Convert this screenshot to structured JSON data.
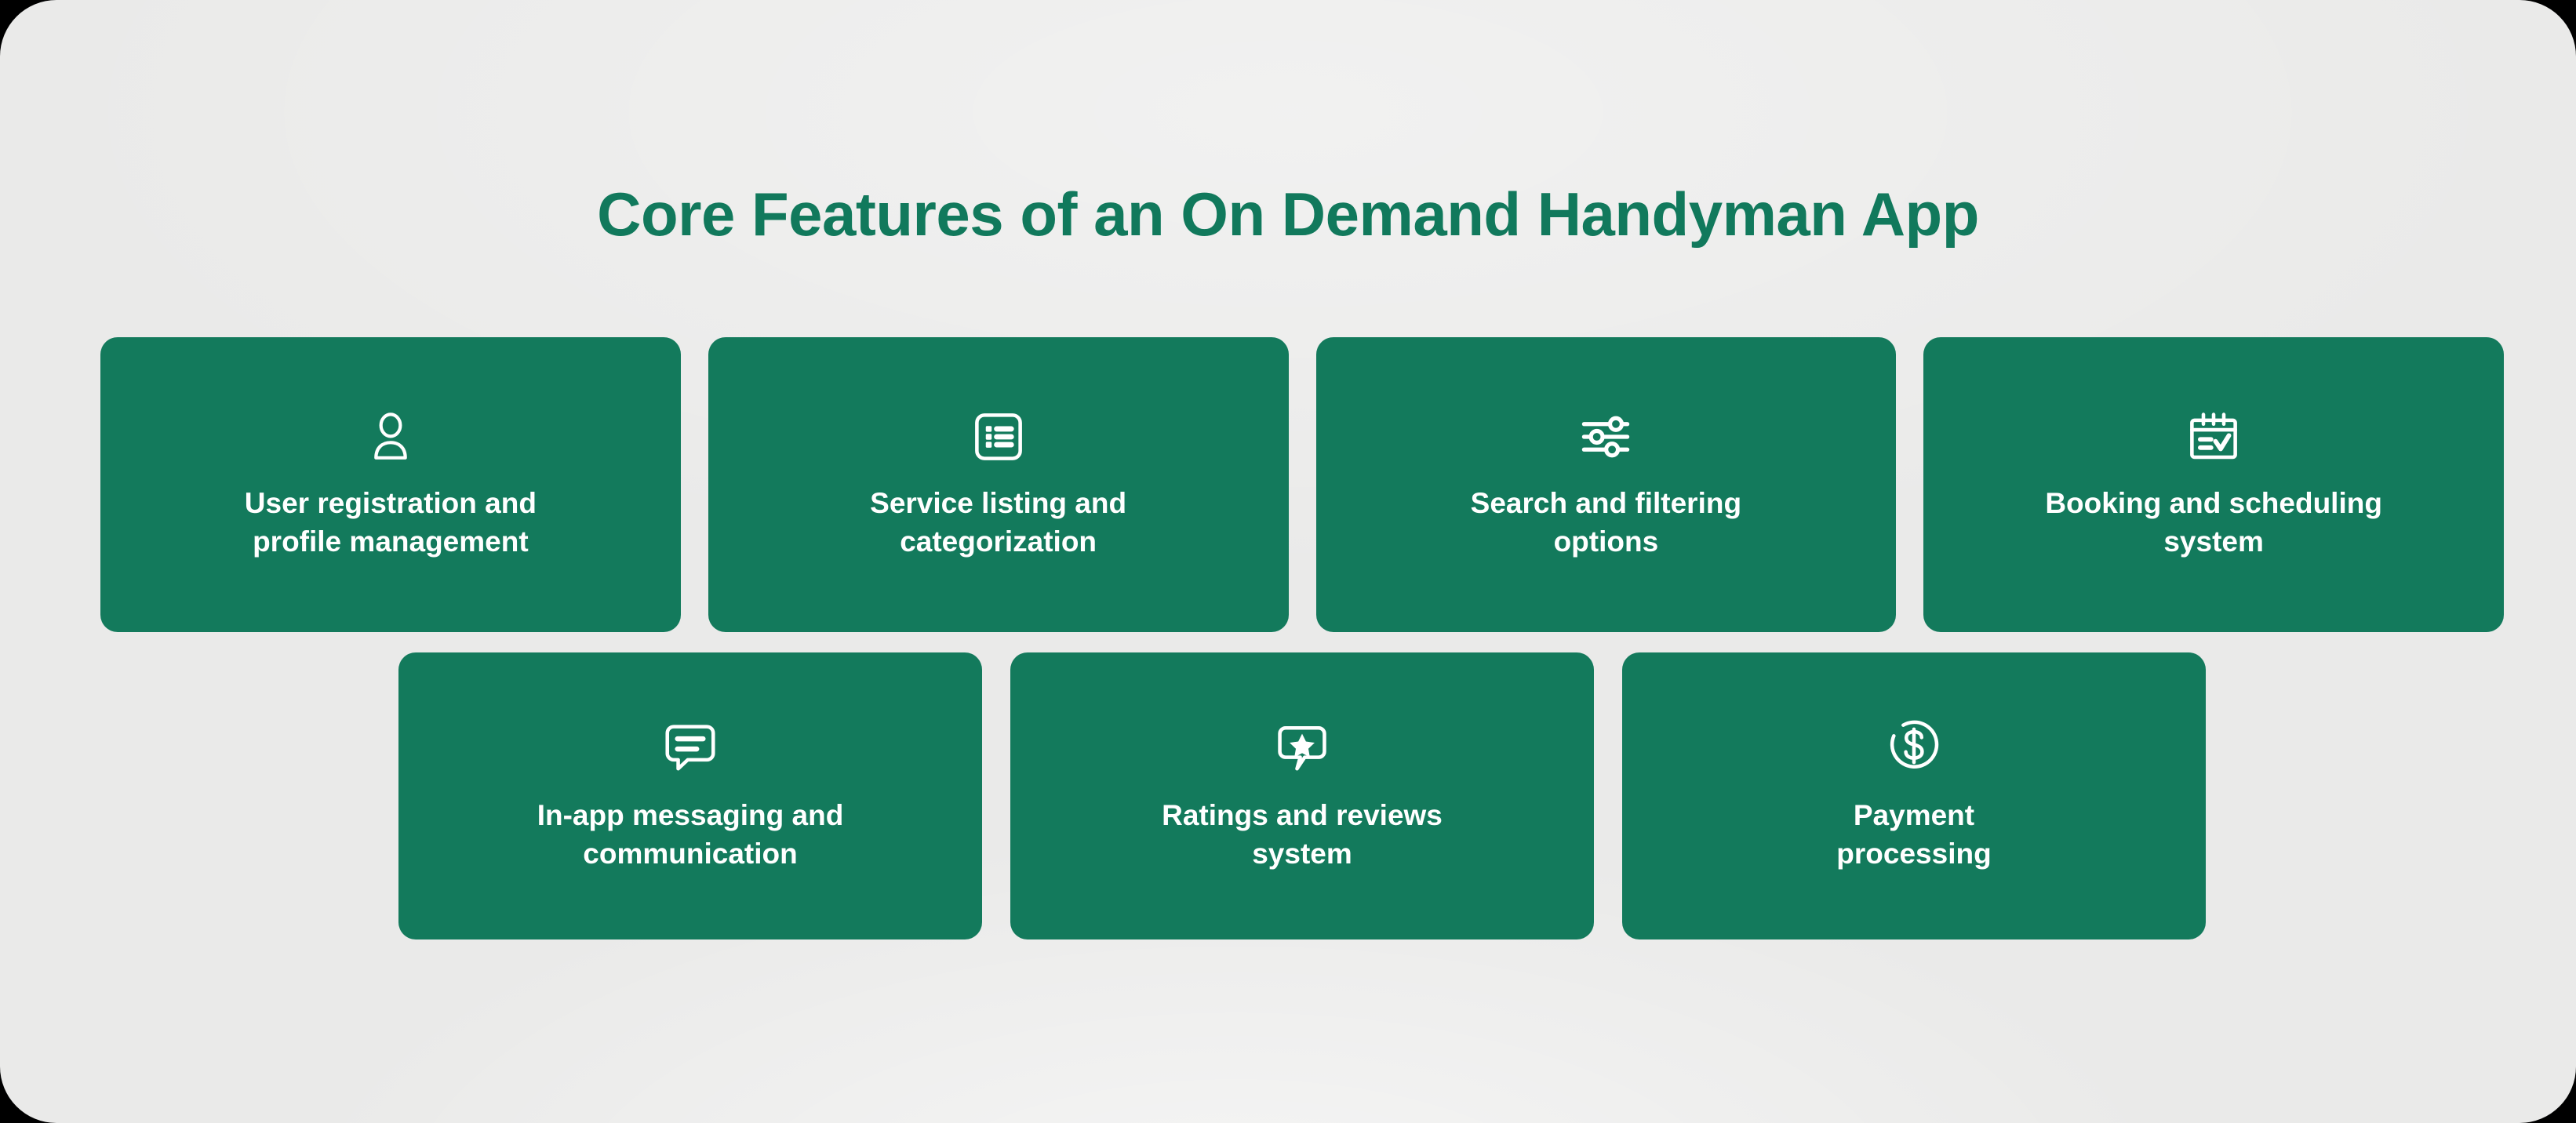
{
  "page": {
    "background_color": "#000000",
    "canvas_color": "#EAEAE9",
    "accent_color": "#137A5C",
    "title_color": "#11795C"
  },
  "title": "Core Features of an On Demand Handyman App",
  "rows": {
    "top": [
      {
        "icon": "user-icon",
        "label": "User registration and\nprofile management"
      },
      {
        "icon": "list-icon",
        "label": "Service listing and\ncategorization"
      },
      {
        "icon": "sliders-filter-icon",
        "label": "Search and filtering\noptions"
      },
      {
        "icon": "calendar-check-icon",
        "label": "Booking and scheduling\nsystem"
      }
    ],
    "bottom": [
      {
        "icon": "chat-bubble-icon",
        "label": "In-app messaging and\ncommunication"
      },
      {
        "icon": "star-bubble-icon",
        "label": "Ratings and reviews\nsystem"
      },
      {
        "icon": "dollar-circle-icon",
        "label": "Payment\nprocessing"
      }
    ]
  }
}
